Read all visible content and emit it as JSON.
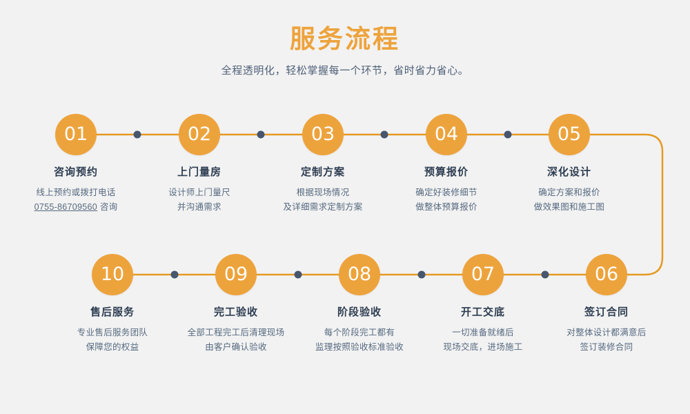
{
  "header": {
    "title": "服务流程",
    "subtitle": "全程透明化，轻松掌握每一个环节，省时省力省心。"
  },
  "colors": {
    "background": "#f2f2f2",
    "accent_orange": "#eda33c",
    "connector_line": "#e59a24",
    "connector_dot": "#46566e",
    "title_navy": "#2d3d51",
    "desc_gray": "#566a80"
  },
  "flow": {
    "top_row": [
      {
        "number": "01",
        "title": "咨询预约",
        "desc_lines": [
          "线上预约或拨打电话"
        ],
        "phone": "0755-86709560",
        "phone_suffix": " 咨询"
      },
      {
        "number": "02",
        "title": "上门量房",
        "desc_lines": [
          "设计师上门量尺",
          "并沟通需求"
        ]
      },
      {
        "number": "03",
        "title": "定制方案",
        "desc_lines": [
          "根据现场情况",
          "及详细需求定制方案"
        ]
      },
      {
        "number": "04",
        "title": "预算报价",
        "desc_lines": [
          "确定好装修细节",
          "做整体预算报价"
        ]
      },
      {
        "number": "05",
        "title": "深化设计",
        "desc_lines": [
          "确定方案和报价",
          "做效果图和施工图"
        ]
      }
    ],
    "bottom_row": [
      {
        "number": "10",
        "title": "售后服务",
        "desc_lines": [
          "专业售后服务团队",
          "保障您的权益"
        ]
      },
      {
        "number": "09",
        "title": "完工验收",
        "desc_lines": [
          "全部工程完工后清理现场",
          "由客户确认验收"
        ]
      },
      {
        "number": "08",
        "title": "阶段验收",
        "desc_lines": [
          "每个阶段完工都有",
          "监理按照验收标准验收"
        ]
      },
      {
        "number": "07",
        "title": "开工交底",
        "desc_lines": [
          "一切准备就绪后",
          "现场交底，进场施工"
        ]
      },
      {
        "number": "06",
        "title": "签订合同",
        "desc_lines": [
          "对整体设计都满意后",
          "签订装修合同"
        ]
      }
    ]
  }
}
